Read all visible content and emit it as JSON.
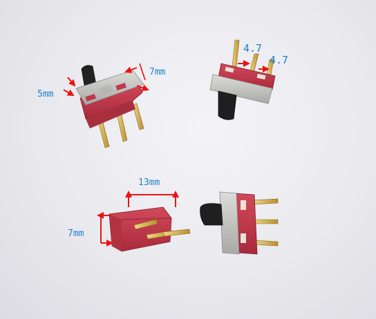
{
  "photo": {
    "subject": "four slide switches",
    "dimension_labels": {
      "switch_1_height": "5mm",
      "switch_1_width": "7mm",
      "switch_2_pin_pitch_left": "4.7",
      "switch_2_pin_pitch_right": "4.7",
      "switch_3_length": "13mm",
      "switch_3_height": "7mm"
    },
    "colors": {
      "background": "#ececf1",
      "housing_red": "#c0384a",
      "metal": "#c9c9c6",
      "actuator": "#1f1f1f",
      "pin_gold": "#d8b255",
      "arrow_red": "#ee1111",
      "label_blue": "#1e82c8"
    }
  }
}
